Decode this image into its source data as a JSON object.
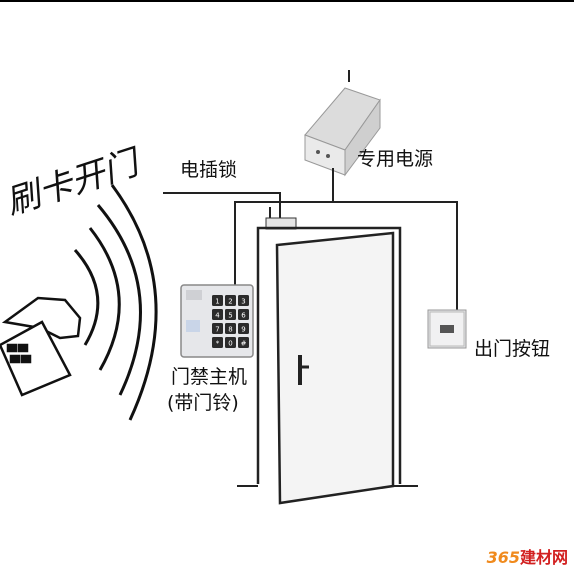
{
  "labels": {
    "lock": "电插锁",
    "power_supply": "专用电源",
    "access_controller_line1": "门禁主机",
    "access_controller_line2": "(带门铃)",
    "exit_button": "出门按钮",
    "handwriting": "刷卡开门"
  },
  "watermark": {
    "number": "365",
    "text": "建材网"
  },
  "keypad": {
    "keys": [
      "1",
      "2",
      "3",
      "4",
      "5",
      "6",
      "7",
      "8",
      "9",
      "*",
      "0",
      "#"
    ]
  },
  "colors": {
    "line": "#222222",
    "door": "#f4f4f4",
    "device": "#e6e7ea",
    "keypad": "#2b2b2b",
    "brand_num": "#f08a1d",
    "brand_text": "#d21f1f"
  }
}
